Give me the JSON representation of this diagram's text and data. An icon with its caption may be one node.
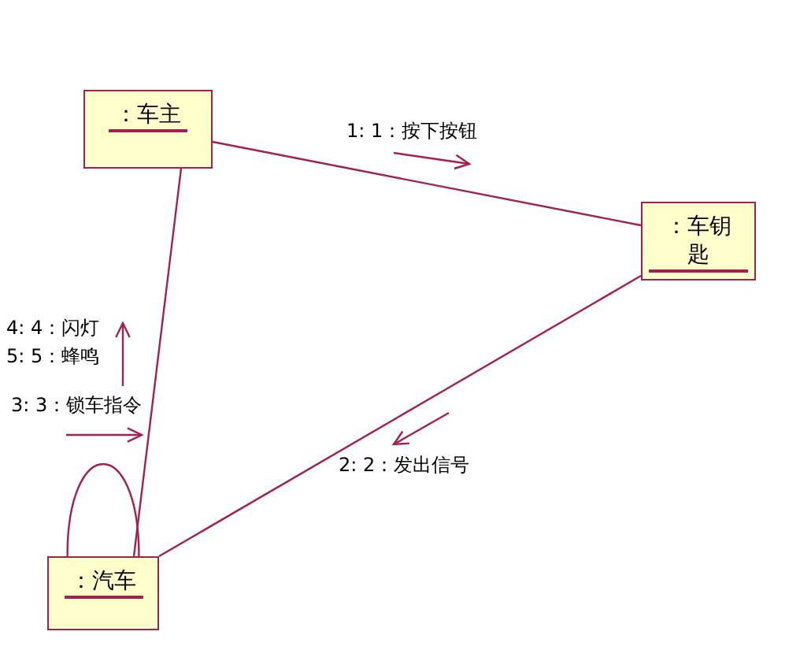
{
  "diagram": {
    "nodes": [
      {
        "text": [
          "：车主"
        ]
      },
      {
        "text": [
          "：车钥匙"
        ]
      },
      {
        "text": [
          "：汽车"
        ]
      }
    ],
    "edges": [
      {
        "from": 0,
        "to": 1,
        "arrow": "none"
      },
      {
        "from": 1,
        "to": 2,
        "arrow": "none"
      },
      {
        "from": 0,
        "to": 2,
        "arrow": "none"
      },
      {
        "from": 2,
        "to": 2,
        "arrow": "none"
      }
    ],
    "labels": [
      "1: 1：按下按钮",
      "4: 4：闪灯",
      "5: 5：蜂鸣",
      "3: 3：锁车指令",
      "2: 2：发出信号"
    ]
  }
}
